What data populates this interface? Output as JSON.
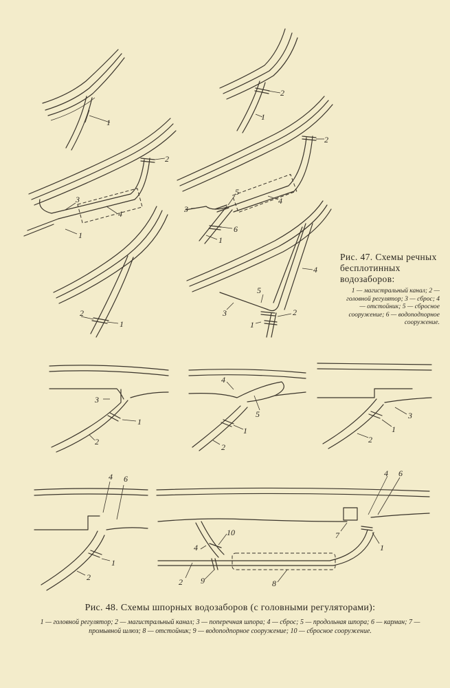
{
  "fig47": {
    "caption": "Рис. 47. Схемы речных бесплотинных водозаборов:",
    "legend": "1 — магистральный канал; 2 — головной регулятор; 3 — сброс; 4 — отстойник; 5 — сбросное сооружение; 6 — водоподпорное сооружение.",
    "labels": {
      "a1": "1",
      "b1": "1",
      "b2": "2",
      "c1": "1",
      "c2": "2",
      "c3": "3",
      "c4": "4",
      "d1": "1",
      "d2": "2",
      "d3": "3",
      "d4": "4",
      "d5": "5",
      "d6": "6",
      "e1": "1",
      "e2": "2",
      "f1": "1",
      "f2": "2",
      "f3": "3",
      "f4": "4",
      "f5": "5"
    }
  },
  "fig48": {
    "caption": "Рис. 48. Схемы шпорных водозаборов (с головными регуляторами):",
    "legend": "1 — головной регулятор; 2 — магистральный канал; 3 — поперечная шпора; 4 — сброс; 5 — продольная шпора; 6 — карман; 7 — промывной шлюз; 8 — отстойник; 9 — водоподпорное сооружение; 10 — сбросное сооружение.",
    "labels": {
      "g1": "1",
      "g2": "2",
      "g3": "3",
      "h1": "1",
      "h2": "2",
      "h4": "4",
      "h5": "5",
      "i1": "1",
      "i2": "2",
      "i3": "3",
      "j1": "1",
      "j2": "2",
      "j4": "4",
      "j6": "6",
      "k1": "1",
      "k2": "2",
      "k4": "4",
      "k6": "6",
      "k7": "7",
      "k8": "8",
      "k9": "9",
      "k10": "10"
    }
  }
}
